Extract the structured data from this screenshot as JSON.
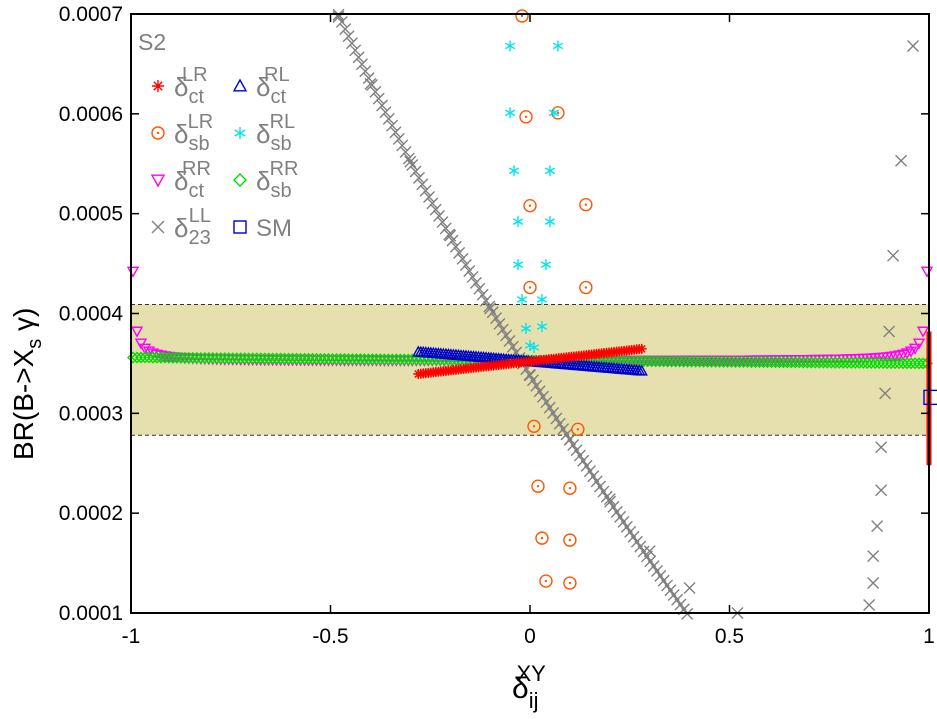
{
  "chart_data": {
    "type": "scatter",
    "panel_label": "S2",
    "xlabel": {
      "main": "δ",
      "sup": "XY",
      "sub": "ij"
    },
    "ylabel": {
      "main": "BR(B->X",
      "sub": "s",
      "tail": " γ)"
    },
    "xlim": [
      -1,
      1
    ],
    "ylim": [
      0.0001,
      0.0007
    ],
    "x_ticks": [
      -1,
      -0.5,
      0,
      0.5,
      1
    ],
    "x_tick_labels": [
      "-1",
      "-0.5",
      "0",
      "0.5",
      "1"
    ],
    "y_ticks": [
      0.0001,
      0.0002,
      0.0003,
      0.0004,
      0.0005,
      0.0006,
      0.0007
    ],
    "y_tick_labels": [
      "0.0001",
      "0.0002",
      "0.0003",
      "0.0004",
      "0.0005",
      "0.0006",
      "0.0007"
    ],
    "band": {
      "ymin": 0.000278,
      "ymax": 0.000409,
      "color": "#e6dfae"
    },
    "sm_point": {
      "x": 1.0,
      "y": 0.000316,
      "err_low": 0.000248,
      "err_high": 0.000382,
      "error_color": "#ff0000",
      "marker_color": "#0000cc"
    },
    "series": [
      {
        "label": "ct",
        "sup": "LR",
        "marker": "star",
        "color": "#ff0000",
        "kind": "linear",
        "x_range": [
          -0.28,
          0.28
        ],
        "y0": 0.000352,
        "slope": 4.5e-05,
        "n": 90
      },
      {
        "label": "ct",
        "sup": "RL",
        "marker": "triangle-up",
        "color": "#0000cc",
        "kind": "linear",
        "x_range": [
          -0.28,
          0.28
        ],
        "y0": 0.000352,
        "slope": -3.4e-05,
        "n": 90
      },
      {
        "label": "sb",
        "sup": "LR",
        "marker": "circle-dot",
        "color": "#ff5500",
        "kind": "points",
        "points": [
          [
            -0.02,
            0.000698
          ],
          [
            -0.01,
            0.000597
          ],
          [
            0.07,
            0.000601
          ],
          [
            0.0,
            0.000508
          ],
          [
            0.14,
            0.000509
          ],
          [
            0.0,
            0.000426
          ],
          [
            0.14,
            0.000426
          ],
          [
            0.01,
            0.000287
          ],
          [
            0.12,
            0.000284
          ],
          [
            0.02,
            0.000227
          ],
          [
            0.1,
            0.000225
          ],
          [
            0.03,
            0.000175
          ],
          [
            0.1,
            0.000173
          ],
          [
            0.04,
            0.000132
          ],
          [
            0.1,
            0.00013
          ]
        ]
      },
      {
        "label": "sb",
        "sup": "RL",
        "marker": "asterisk",
        "color": "#00e5ee",
        "kind": "points",
        "points": [
          [
            -0.05,
            0.000668
          ],
          [
            0.07,
            0.000668
          ],
          [
            -0.05,
            0.000601
          ],
          [
            0.06,
            0.000601
          ],
          [
            -0.04,
            0.000543
          ],
          [
            0.05,
            0.000543
          ],
          [
            -0.03,
            0.000492
          ],
          [
            0.05,
            0.000492
          ],
          [
            -0.03,
            0.000449
          ],
          [
            0.04,
            0.000449
          ],
          [
            -0.02,
            0.000414
          ],
          [
            0.03,
            0.000414
          ],
          [
            -0.01,
            0.000385
          ],
          [
            0.03,
            0.000387
          ],
          [
            0.0,
            0.000368
          ],
          [
            0.01,
            0.000366
          ]
        ]
      },
      {
        "label": "ct",
        "sup": "RR",
        "marker": "triangle-down",
        "color": "#ff00ff",
        "kind": "curve",
        "x_range": [
          -0.995,
          0.995
        ],
        "base": 0.000352,
        "coef": 9e-07,
        "n": 200
      },
      {
        "label": "sb",
        "sup": "RR",
        "marker": "diamond",
        "color": "#00dd00",
        "kind": "linear",
        "x_range": [
          -0.995,
          0.995
        ],
        "y0": 0.000353,
        "slope": -3e-06,
        "n": 200
      },
      {
        "label": "23",
        "sup": "LL",
        "marker": "cross",
        "color": "#808080",
        "kind": "points",
        "points": [
          [
            -0.48,
            0.000697
          ],
          [
            -0.4,
            0.00063
          ],
          [
            -0.3,
            0.000552
          ],
          [
            -0.2,
            0.000478
          ],
          [
            -0.1,
            0.000405
          ],
          [
            0.0,
            0.000338
          ],
          [
            0.1,
            0.000274
          ],
          [
            0.2,
            0.000214
          ],
          [
            0.3,
            0.000162
          ],
          [
            0.4,
            0.000125
          ],
          [
            0.52,
            0.0001
          ]
        ]
      },
      {
        "label": "23",
        "sup": "LL",
        "marker": "cross",
        "color": "#808080",
        "kind": "points",
        "points": [
          [
            0.96,
            0.000668
          ],
          [
            0.93,
            0.000553
          ],
          [
            0.91,
            0.000458
          ],
          [
            0.9,
            0.000382
          ],
          [
            0.89,
            0.00032
          ],
          [
            0.88,
            0.000266
          ],
          [
            0.88,
            0.000223
          ],
          [
            0.87,
            0.000187
          ],
          [
            0.86,
            0.000157
          ],
          [
            0.86,
            0.00013
          ],
          [
            0.85,
            0.000108
          ]
        ]
      },
      {
        "label": "SM",
        "marker": "square",
        "color": "#0000cc",
        "kind": "none"
      }
    ],
    "legend": [
      {
        "main": "δ",
        "sub": "ct",
        "sup": "LR",
        "marker": "star",
        "color": "#ff0000"
      },
      {
        "main": "δ",
        "sub": "ct",
        "sup": "RL",
        "marker": "triangle-up",
        "color": "#0000cc"
      },
      {
        "main": "δ",
        "sub": "sb",
        "sup": "LR",
        "marker": "circle-dot",
        "color": "#ff5500"
      },
      {
        "main": "δ",
        "sub": "sb",
        "sup": "RL",
        "marker": "asterisk",
        "color": "#00e5ee"
      },
      {
        "main": "δ",
        "sub": "ct",
        "sup": "RR",
        "marker": "triangle-down",
        "color": "#ff00ff"
      },
      {
        "main": "δ",
        "sub": "sb",
        "sup": "RR",
        "marker": "diamond",
        "color": "#00dd00"
      },
      {
        "main": "δ",
        "sub": "23",
        "sup": "LL",
        "marker": "cross",
        "color": "#808080"
      },
      {
        "main": "SM",
        "sub": "",
        "sup": "",
        "marker": "square",
        "color": "#0000cc"
      }
    ],
    "legend_position": "top-left",
    "grid": false
  }
}
